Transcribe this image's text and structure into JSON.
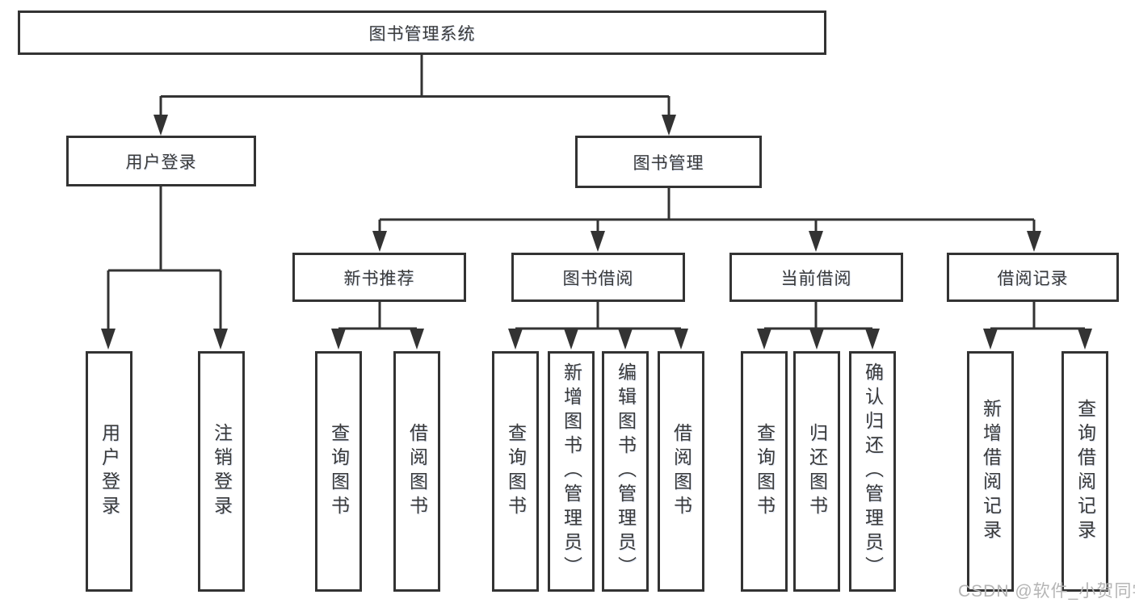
{
  "diagram": {
    "root": {
      "label": "图书管理系统"
    },
    "branches": [
      {
        "label": "用户登录",
        "leaves": [
          "用户登录",
          "注销登录"
        ]
      },
      {
        "label": "图书管理",
        "groups": [
          {
            "label": "新书推荐",
            "leaves": [
              "查询图书",
              "借阅图书"
            ]
          },
          {
            "label": "图书借阅",
            "leaves": [
              "查询图书",
              "新增图书（管理员）",
              "编辑图书（管理员）",
              "借阅图书"
            ]
          },
          {
            "label": "当前借阅",
            "leaves": [
              "查询图书",
              "归还图书",
              "确认归还（管理员）"
            ]
          },
          {
            "label": "借阅记录",
            "leaves": [
              "新增借阅记录",
              "查询借阅记录"
            ]
          }
        ]
      }
    ]
  },
  "watermark": "CSDN @软件_小贺同学",
  "colors": {
    "line": "#333333",
    "text": "#3a3a3a",
    "watermark": "#b5b5b5",
    "background": "#ffffff"
  }
}
